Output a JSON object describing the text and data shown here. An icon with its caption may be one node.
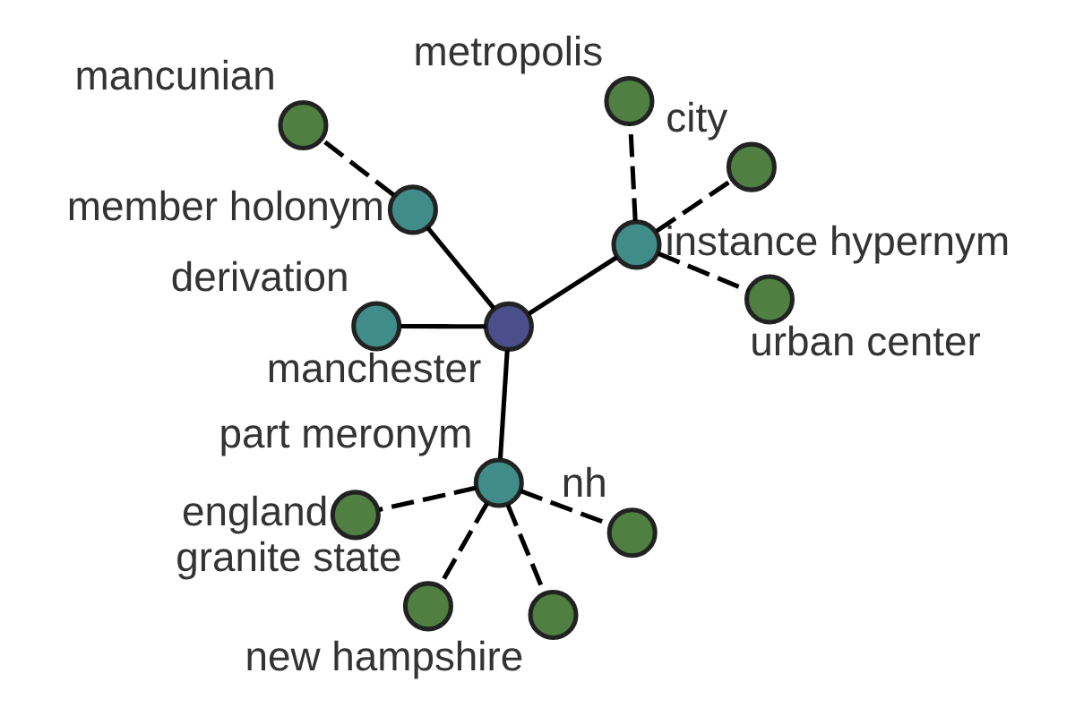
{
  "diagram": {
    "nodes": [
      {
        "text": [
          "mancunian"
        ]
      },
      {
        "text": [
          "member holonym"
        ]
      },
      {
        "text": [
          "derivation"
        ]
      },
      {
        "text": [
          "manchester"
        ]
      },
      {
        "text": [
          "metropolis"
        ]
      },
      {
        "text": [
          "instance hypernym"
        ]
      },
      {
        "text": [
          "part meronym"
        ]
      },
      {
        "text": [
          "new hampshire"
        ]
      },
      {
        "text": [
          "urban center"
        ]
      },
      {
        "text": [
          "city"
        ]
      },
      {
        "text": [
          "granite state"
        ]
      },
      {
        "text": [
          "england"
        ]
      },
      {
        "text": [
          "nh"
        ]
      }
    ],
    "edges": [
      {
        "from": 1,
        "to": 0,
        "arrow": "none",
        "style": "dashed"
      },
      {
        "from": 3,
        "to": 1,
        "arrow": "none"
      },
      {
        "from": 3,
        "to": 2,
        "arrow": "none"
      },
      {
        "from": 3,
        "to": 5,
        "arrow": "none"
      },
      {
        "from": 3,
        "to": 6,
        "arrow": "none"
      },
      {
        "from": 5,
        "to": 4,
        "arrow": "none",
        "style": "dashed"
      },
      {
        "from": 5,
        "to": 8,
        "arrow": "none",
        "style": "dashed"
      },
      {
        "from": 5,
        "to": 9,
        "arrow": "none",
        "style": "dashed"
      },
      {
        "from": 6,
        "to": 7,
        "arrow": "none",
        "style": "dashed"
      },
      {
        "from": 6,
        "to": 10,
        "arrow": "none",
        "style": "dashed"
      },
      {
        "from": 6,
        "to": 11,
        "arrow": "none",
        "style": "dashed"
      },
      {
        "from": 6,
        "to": 12,
        "arrow": "none",
        "style": "dashed"
      }
    ]
  }
}
